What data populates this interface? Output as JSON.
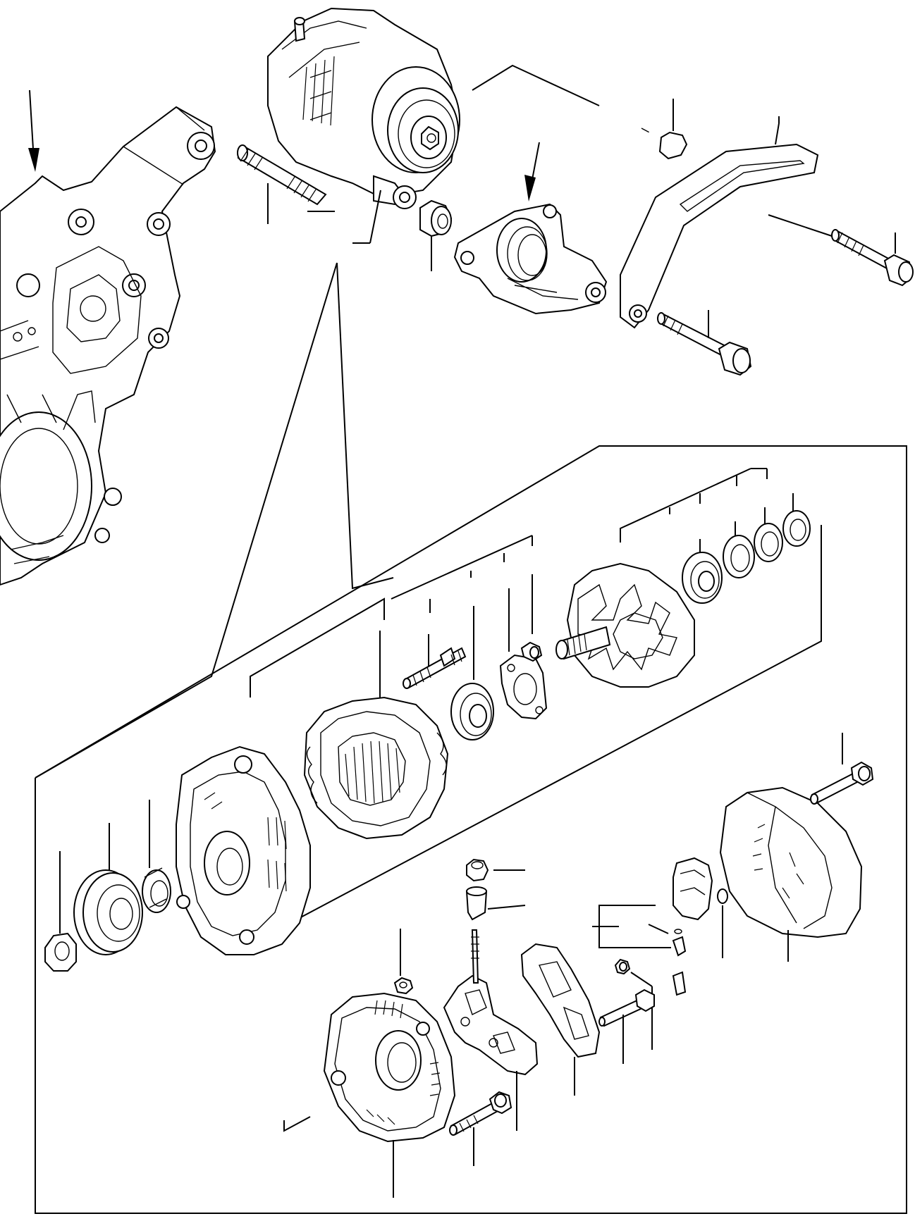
{
  "diagram": {
    "colors": {
      "line": "#000000",
      "background": "#ffffff"
    },
    "parts": [
      "engine-timing-cover",
      "alternator-assembly",
      "stud-bolt",
      "spacer-washer",
      "collar-nut",
      "vacuum-pump-bracket",
      "nut",
      "adjusting-bar",
      "bolt-upper",
      "bolt-lower",
      "rotor",
      "bearing-rotor",
      "spacer-ring",
      "washer",
      "cover-ring",
      "stud-front",
      "bearing-front",
      "retainer-plate",
      "screw",
      "stator",
      "front-frame",
      "pulley-nut",
      "pulley",
      "collar",
      "rear-cover",
      "cover-bolt",
      "brush-holder",
      "ic-regulator",
      "terminal-nut",
      "terminal-insulator",
      "rectifier",
      "regulator-cover",
      "rear-frame",
      "through-bolt",
      "small-bolt",
      "small-nut"
    ]
  }
}
